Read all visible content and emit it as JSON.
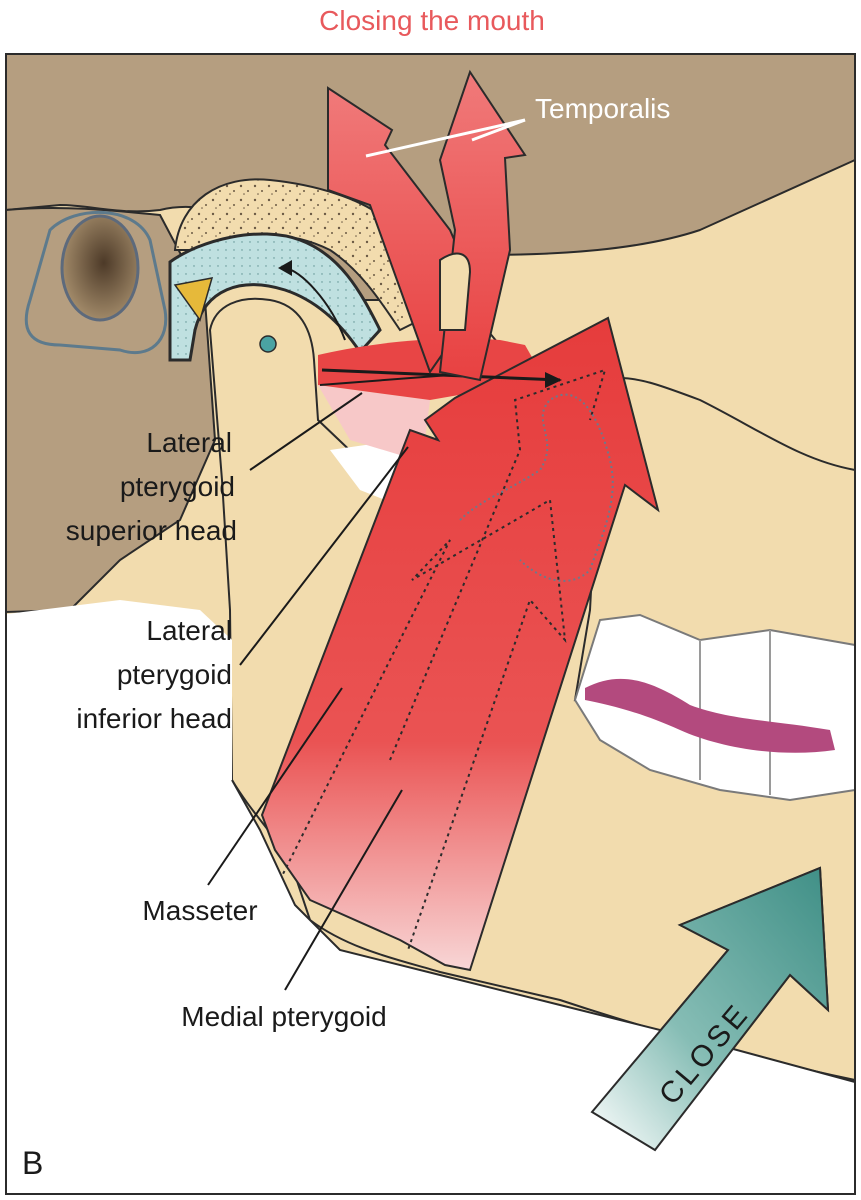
{
  "title": "Closing the mouth",
  "panel_label": "B",
  "direction_label": "CLOSE",
  "labels": {
    "temporalis": "Temporalis",
    "lp_superior": [
      "Lateral",
      "pterygoid",
      "superior head"
    ],
    "lp_inferior": [
      "Lateral",
      "pterygoid",
      "inferior head"
    ],
    "masseter": "Masseter",
    "medial_pterygoid": "Medial pterygoid"
  },
  "colors": {
    "title": "#e8595c",
    "bone": "#f2dcae",
    "skull_shadow": "#b59e80",
    "muscle": "#e84545",
    "muscle_light": "#f7c8c8",
    "cartilage": "#bfe0e0",
    "close_arrow": "#4f9c94",
    "gum": "#b34a7e"
  }
}
